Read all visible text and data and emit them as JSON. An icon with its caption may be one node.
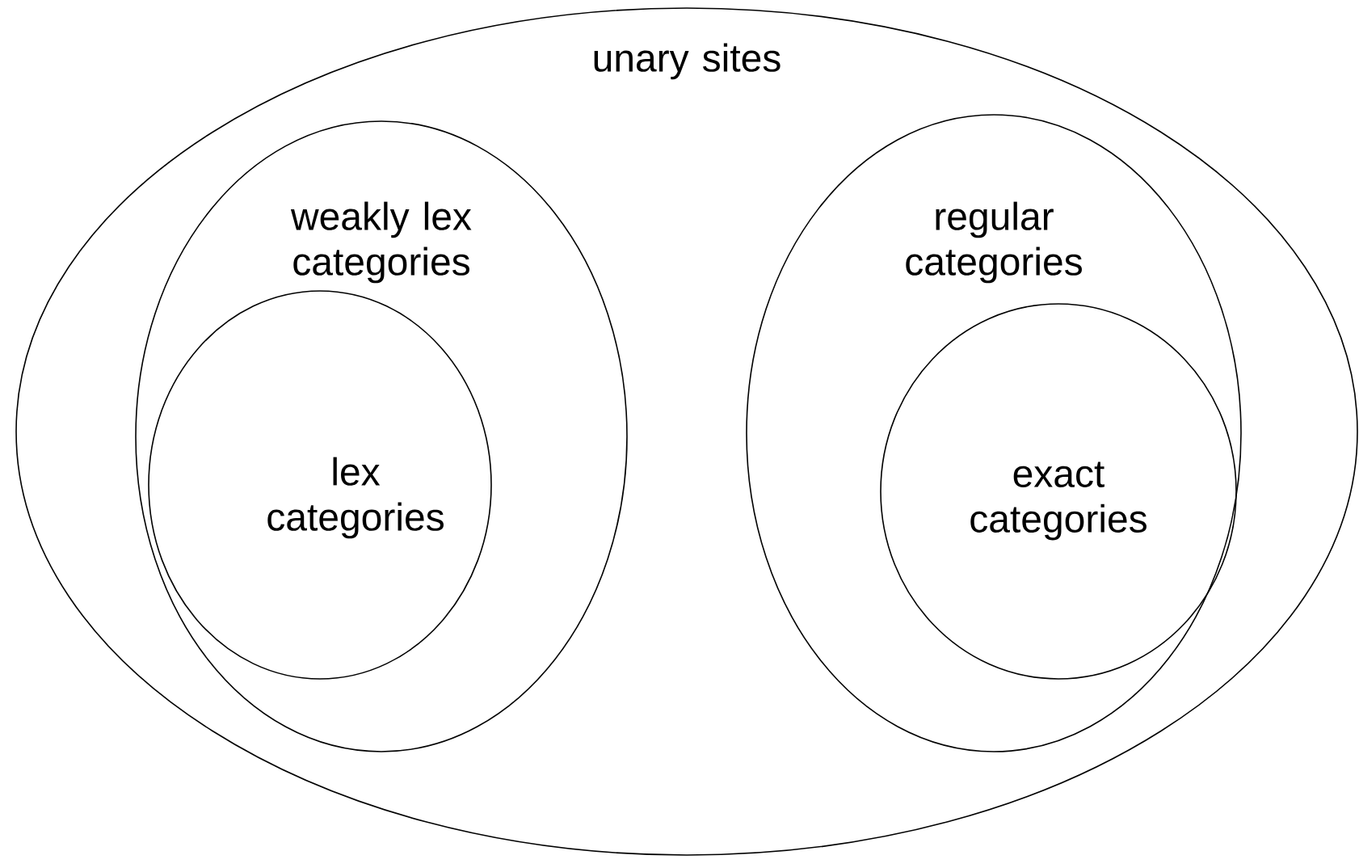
{
  "diagram": {
    "nodes": [
      {
        "text": [
          "unary sites"
        ]
      },
      {
        "text": [
          "weakly lex categories"
        ],
        "in": 0
      },
      {
        "text": [
          "lex categories"
        ],
        "in": 1
      },
      {
        "text": [
          "regular categories"
        ],
        "in": 0
      },
      {
        "text": [
          "exact categories"
        ],
        "in": 3
      }
    ]
  }
}
